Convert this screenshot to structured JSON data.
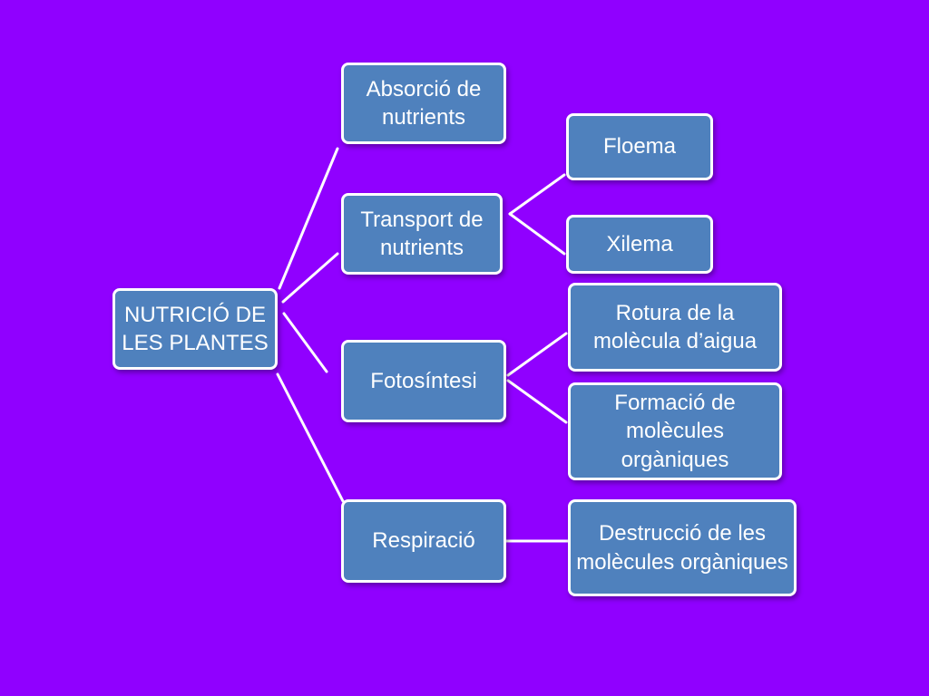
{
  "colors": {
    "background": "#9000FF",
    "node_fill": "#4F81BD",
    "node_border": "#FFFFFF",
    "connector": "#FFFFFF",
    "text": "#FFFFFF"
  },
  "diagram": {
    "root": {
      "label": "NUTRICIÓ DE LES PLANTES"
    },
    "branches": [
      {
        "label": "Absorció de nutrients",
        "children": []
      },
      {
        "label": "Transport de nutrients",
        "children": [
          {
            "label": "Floema"
          },
          {
            "label": "Xilema"
          }
        ]
      },
      {
        "label": "Fotosíntesi",
        "children": [
          {
            "label": "Rotura de la molècula d’aigua"
          },
          {
            "label": "Formació de molècules orgàniques"
          }
        ]
      },
      {
        "label": "Respiració",
        "children": [
          {
            "label": "Destrucció de les molècules orgàniques"
          }
        ]
      }
    ]
  }
}
